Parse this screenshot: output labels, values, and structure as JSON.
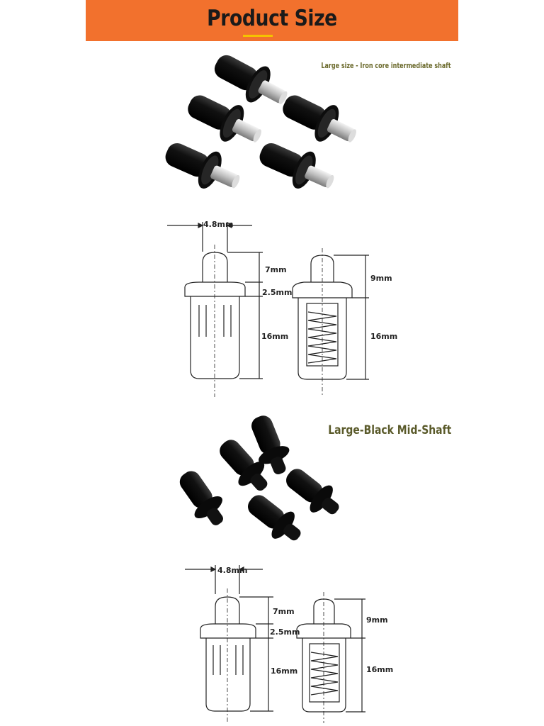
{
  "banner": {
    "title": "Product Size"
  },
  "captions": {
    "iron_core": "Large size - Iron core intermediate shaft",
    "black": "Large-Black Mid-Shaft"
  },
  "diagrams": [
    {
      "width": "4.8mm",
      "top": "7mm",
      "collar": "2.5mm",
      "body": "16mm",
      "right_top": "9mm",
      "right_body": "16mm"
    },
    {
      "width": "4.8mm",
      "top": "7mm",
      "collar": "2.5mm",
      "body": "16mm",
      "right_top": "9mm",
      "right_body": "16mm"
    }
  ],
  "colors": {
    "banner": "#f2712d",
    "accent": "#f5c200"
  }
}
